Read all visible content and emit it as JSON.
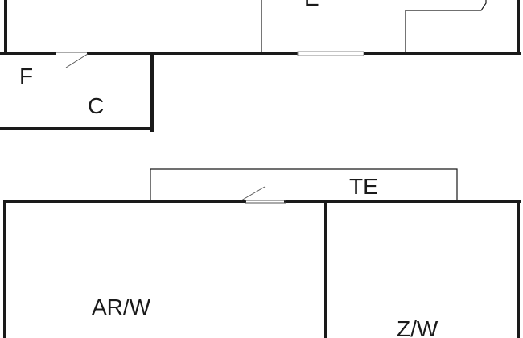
{
  "floor_plan": {
    "rooms": [
      {
        "id": "e",
        "label": "E"
      },
      {
        "id": "f",
        "label": "F"
      },
      {
        "id": "c",
        "label": "C"
      },
      {
        "id": "te",
        "label": "TE"
      },
      {
        "id": "ar-w",
        "label": "AR/W"
      },
      {
        "id": "z-w",
        "label": "Z/W"
      }
    ],
    "colors": {
      "wall": "#1a1a1a",
      "background": "#ffffff",
      "window": "#888888"
    }
  }
}
